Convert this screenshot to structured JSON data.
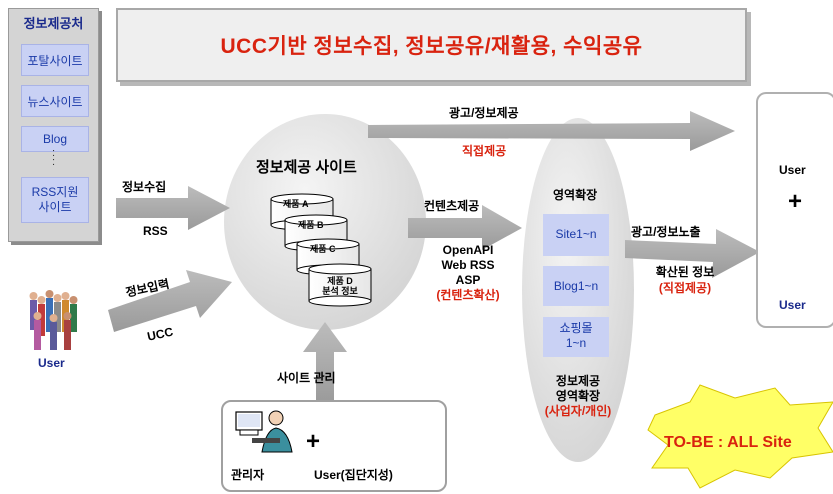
{
  "title": "UCC기반 정보수집, 정보공유/재활용, 수익공유",
  "providers": {
    "title": "정보제공처",
    "items": [
      "포탈사이트",
      "뉴스사이트",
      "Blog",
      "RSS지원\n사이트"
    ],
    "dots": ":"
  },
  "left_user_label": "User",
  "arrows": {
    "collect_top": "정보수집",
    "collect_bottom": "RSS",
    "input_top": "정보입력",
    "input_bottom": "UCC",
    "ad_top": "광고/정보제공",
    "ad_bottom": "직접제공",
    "content_top": "컨텐츠제공",
    "content_bottom": [
      "OpenAPI",
      "Web RSS",
      "ASP",
      "(컨텐츠확산)"
    ],
    "site_manage": "사이트 관리",
    "expose_top": "광고/정보노출",
    "expose_bottom": [
      "확산된 정보",
      "(직접제공)"
    ]
  },
  "center_site": {
    "title": "정보제공 사이트",
    "dbs": [
      "제품 A",
      "제품 B",
      "제품 C",
      "제품 D\n분석 정보"
    ]
  },
  "expansion": {
    "title": "영역확장",
    "items": [
      "Site1~n",
      "Blog1~n",
      "쇼핑몰\n1~n"
    ],
    "bottom": [
      "정보제공",
      "영역확장",
      "(사업자/개인)"
    ]
  },
  "right_users": {
    "user1": "User",
    "plus": "+",
    "user2": "User"
  },
  "admin": {
    "admin_label": "관리자",
    "plus": "+",
    "group_label": "User(집단지성)"
  },
  "tobe": "TO-BE : ALL Site",
  "colors": {
    "accent_red": "#d9230f",
    "provider_blue": "#c9d1f4",
    "arrow_gray": "#a6a6a6"
  }
}
